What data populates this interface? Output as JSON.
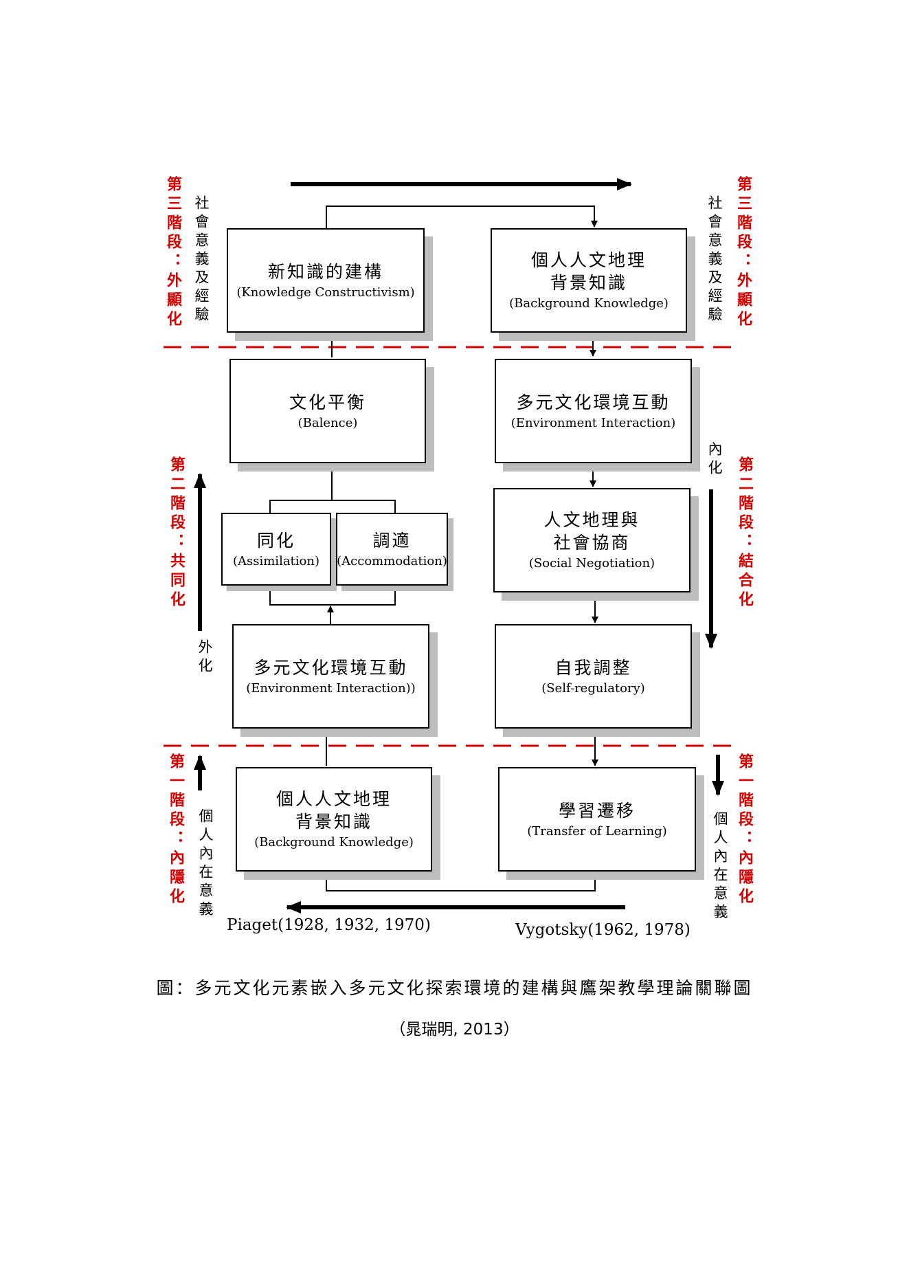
{
  "stages": {
    "stage3_left": "第三階段：外顯化",
    "stage3_right": "第三階段：外顯化",
    "stage2_left": "第二階段：共同化",
    "stage2_right": "第二階段：結合化",
    "stage1_left": "第一階段：內隱化",
    "stage1_right": "第一階段：內隱化"
  },
  "side_labels": {
    "social_left": "社會意義及經驗",
    "social_right": "社會意義及經驗",
    "internalize": "內化",
    "externalize": "外化",
    "personal_left": "個人內在意義",
    "personal_right": "個人內在意義"
  },
  "boxes": {
    "new_knowledge": {
      "zh": "新知識的建構",
      "en": "(Knowledge Constructivism)"
    },
    "background_top": {
      "zh1": "個人人文地理",
      "zh2": "背景知識",
      "en": "(Background Knowledge)"
    },
    "balance": {
      "zh": "文化平衡",
      "en": "(Balence)"
    },
    "env_right": {
      "zh": "多元文化環境互動",
      "en": "(Environment Interaction)"
    },
    "assimilation": {
      "zh": "同化",
      "en": "(Assimilation)"
    },
    "accommodation": {
      "zh": "調適",
      "en": "(Accommodation)"
    },
    "social_negotiation": {
      "zh1": "人文地理與",
      "zh2": "社會協商",
      "en": "(Social Negotiation)"
    },
    "env_left": {
      "zh": "多元文化環境互動",
      "en": "(Environment Interaction))"
    },
    "self_regulatory": {
      "zh": "自我調整",
      "en": "(Self-regulatory)"
    },
    "background_bottom": {
      "zh1": "個人人文地理",
      "zh2": "背景知識",
      "en": "(Background Knowledge)"
    },
    "transfer": {
      "zh": "學習遷移",
      "en": "(Transfer of Learning)"
    }
  },
  "theorists": {
    "piaget": "Piaget(1928, 1932, 1970)",
    "vygotsky": "Vygotsky(1962, 1978)"
  },
  "caption": "圖：多元文化元素嵌入多元文化探索環境的建構與鷹架教學理論關聯圖",
  "source": "（晁瑞明, 2013）",
  "colors": {
    "stage_red": "#d40000",
    "shadow": "#bdbdbd"
  }
}
